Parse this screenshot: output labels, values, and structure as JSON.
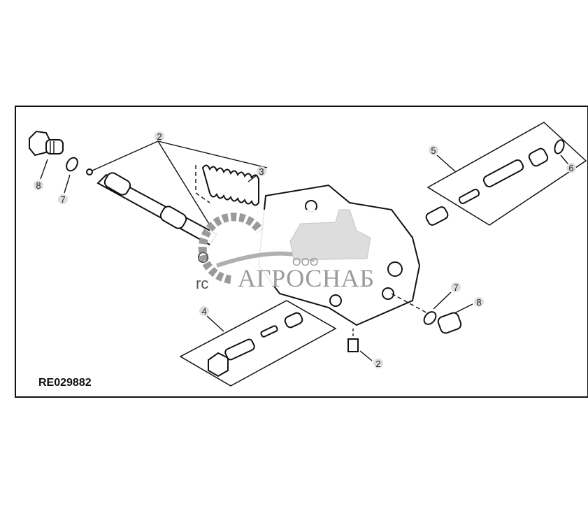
{
  "diagram": {
    "code": "RE029882",
    "callouts": [
      {
        "id": "c2-top",
        "label": "2"
      },
      {
        "id": "c3",
        "label": "3"
      },
      {
        "id": "c5",
        "label": "5"
      },
      {
        "id": "c6",
        "label": "6"
      },
      {
        "id": "c7-left",
        "label": "7"
      },
      {
        "id": "c8-left",
        "label": "8"
      },
      {
        "id": "c4",
        "label": "4"
      },
      {
        "id": "c7-right",
        "label": "7"
      },
      {
        "id": "c8-right",
        "label": "8"
      },
      {
        "id": "c2-bottom",
        "label": "2"
      }
    ],
    "fragments": [
      "O",
      "rc"
    ]
  },
  "watermark": {
    "company_prefix": "ООО",
    "company_name": "АГРОСНАБ",
    "color": "#9a9a9a"
  }
}
